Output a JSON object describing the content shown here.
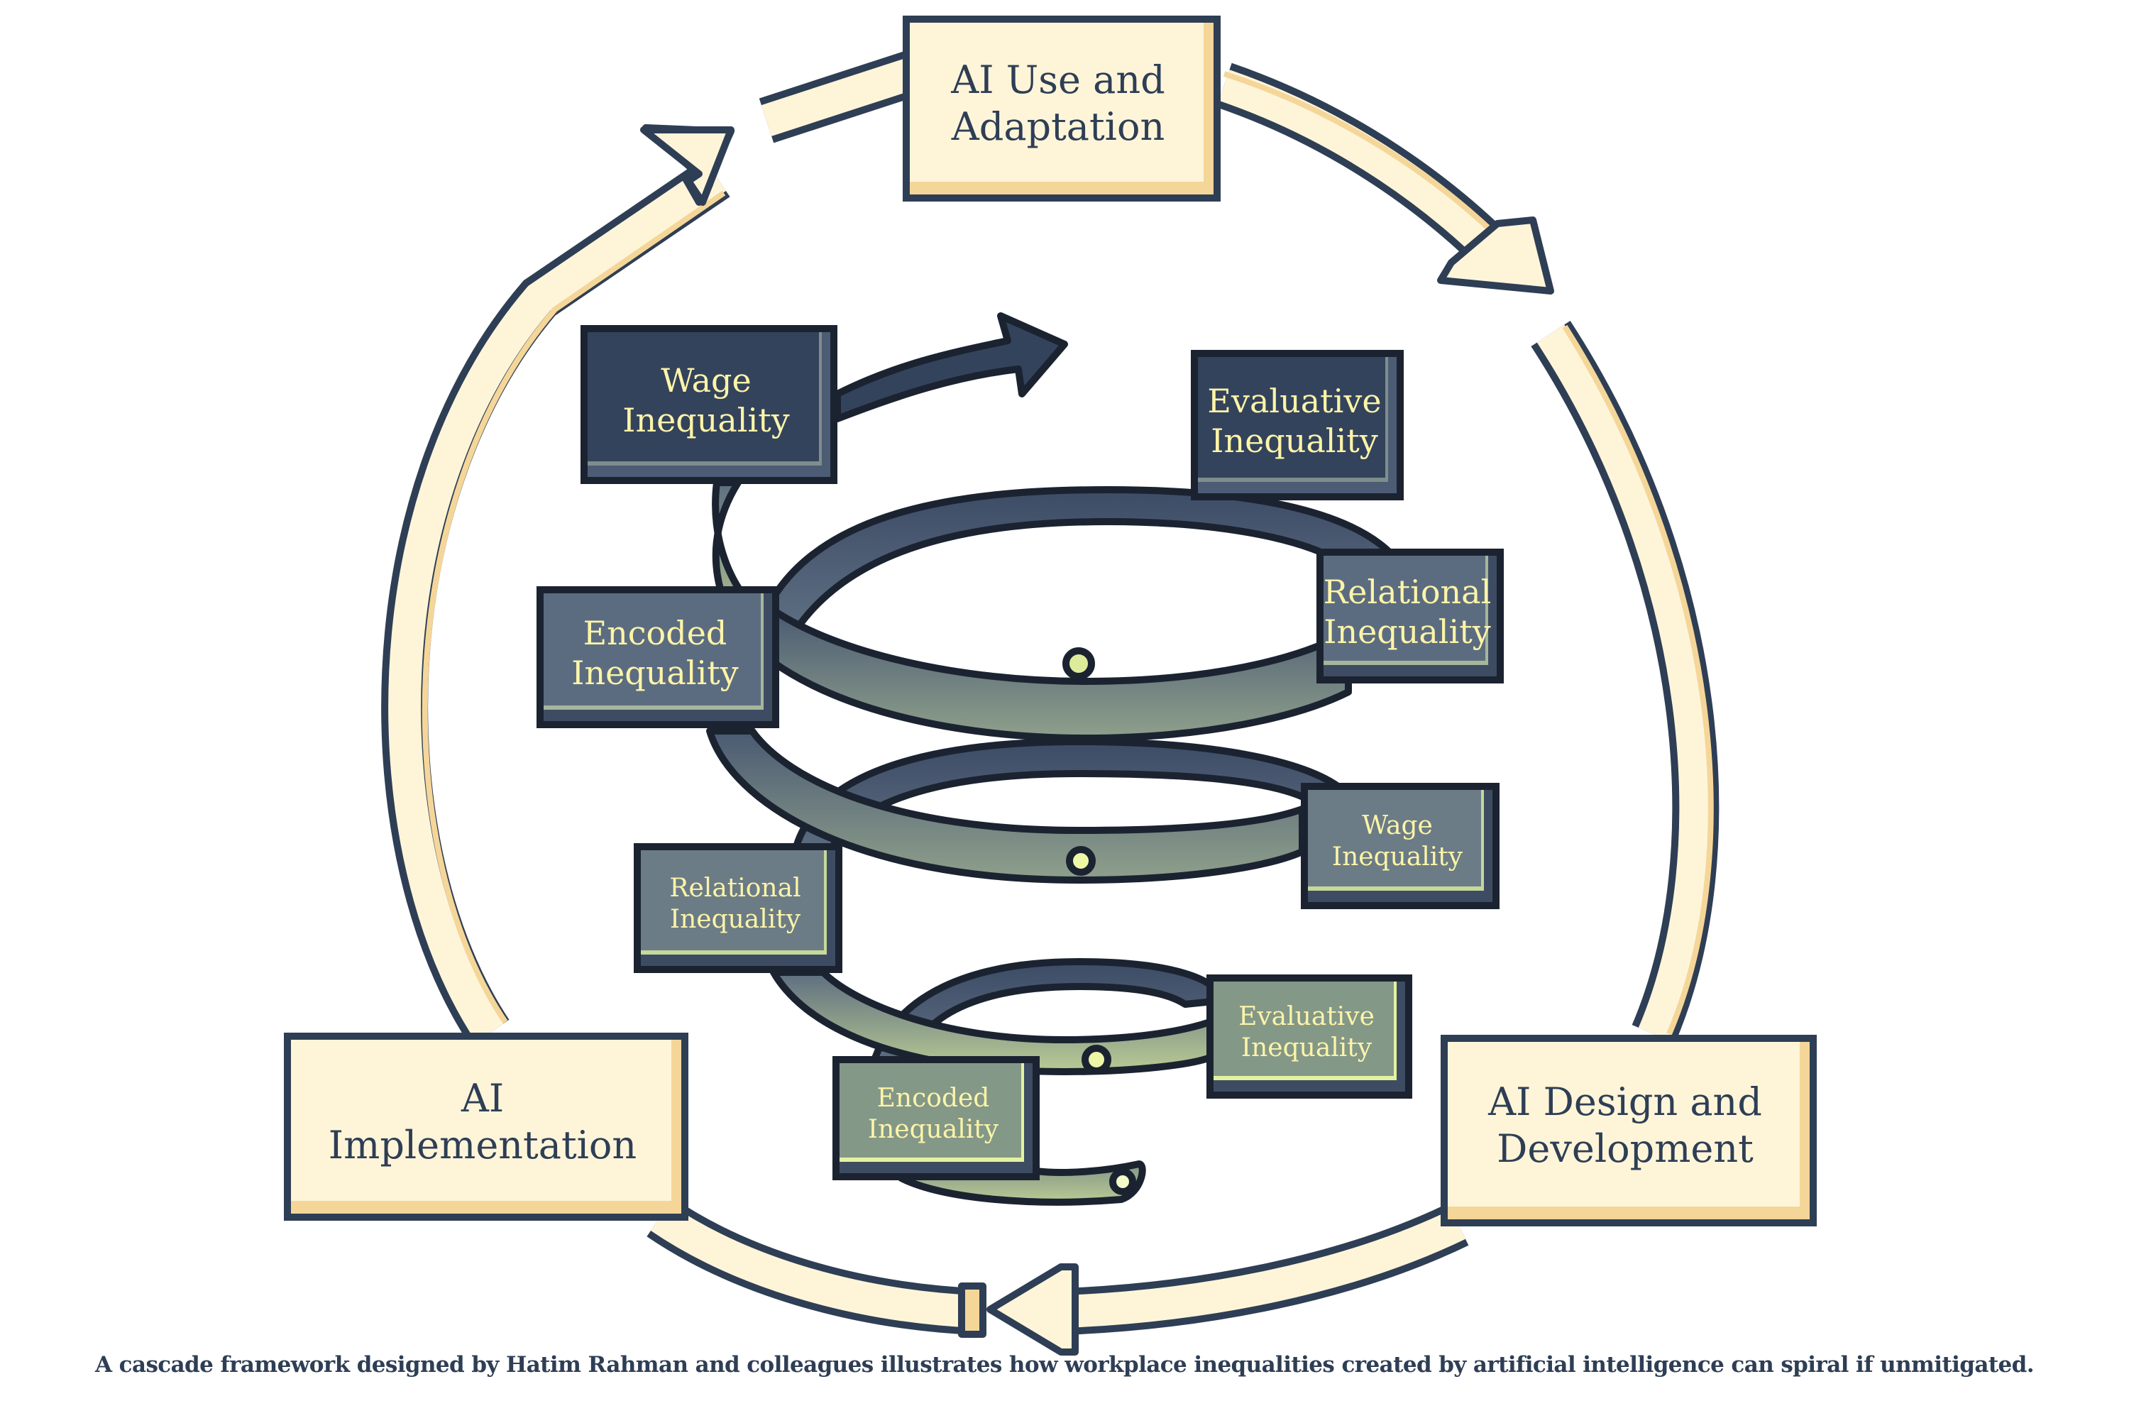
{
  "diagram": {
    "cycle_stages": [
      {
        "id": "use",
        "label": "AI Use and\nAdaptation"
      },
      {
        "id": "design",
        "label": "AI Design and\nDevelopment"
      },
      {
        "id": "implementation",
        "label": "AI\nImplementation"
      }
    ],
    "cycle_order": [
      "AI Use and Adaptation",
      "AI Design and Development",
      "AI Implementation"
    ],
    "spiral_levels": [
      {
        "level": 1,
        "items": [
          "Wage\nInequality",
          "Evaluative\nInequality",
          "Relational\nInequality",
          "Encoded\nInequality"
        ]
      },
      {
        "level": 2,
        "items": [
          "Wage\nInequality",
          "Relational\nInequality"
        ]
      },
      {
        "level": 3,
        "items": [
          "Evaluative\nInequality",
          "Encoded\nInequality"
        ]
      }
    ],
    "spiral_direction": "upward, exits at Wage Inequality",
    "caption": "A cascade framework designed by Hatim Rahman and colleagues illustrates how workplace inequalities created by artificial intelligence can spiral if unmitigated."
  },
  "colors": {
    "cream": "#FEF5D9",
    "tan": "#F5D699",
    "navy": "#2E3E55",
    "ink": "#1B2331",
    "dark_slate": "#34435C",
    "slate": "#5C6C80",
    "sage": "#849888",
    "highlight": "#EEF7A6",
    "text_yellow": "#FCF4A8"
  }
}
